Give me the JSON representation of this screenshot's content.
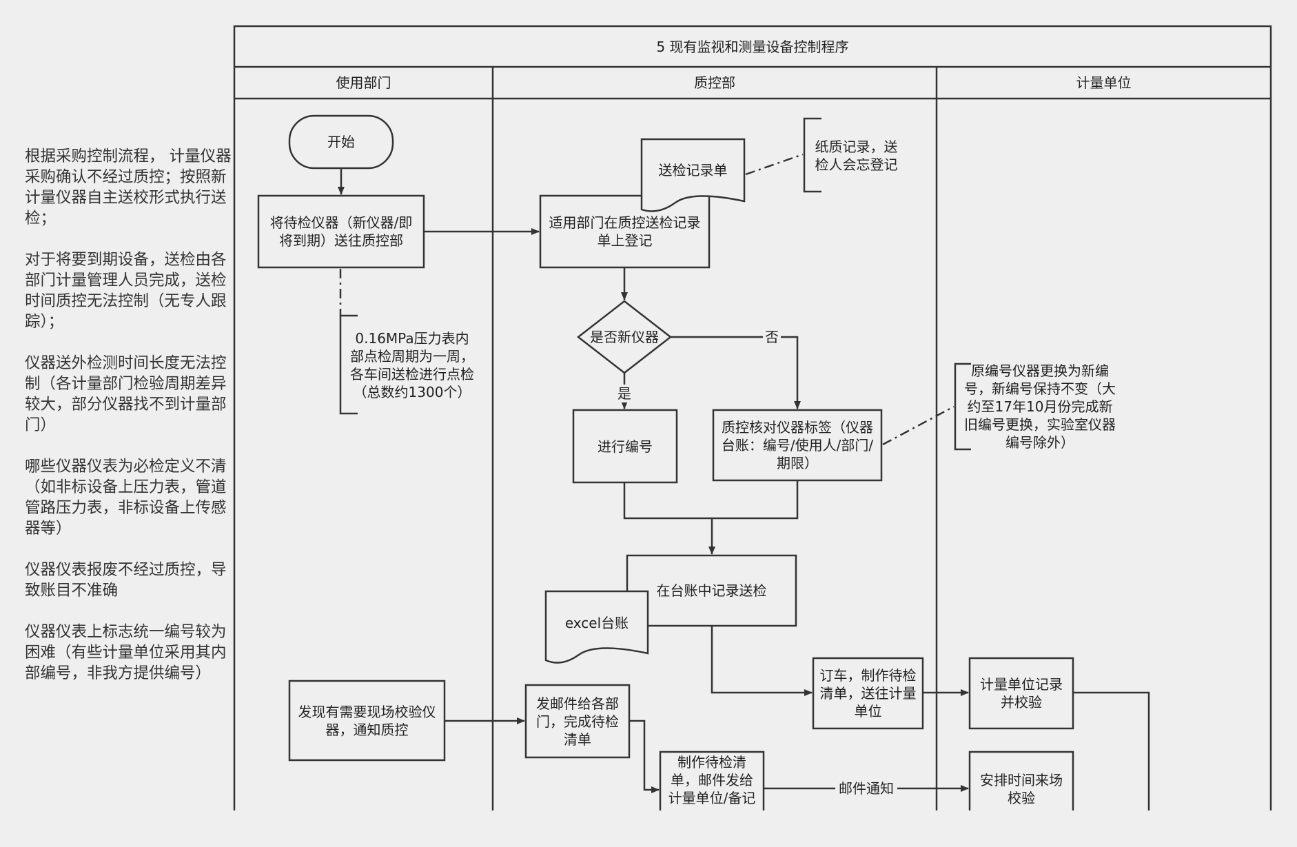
{
  "title": "5 现有监视和测量设备控制程序",
  "lanes": [
    "使用部门",
    "质控部",
    "计量单位"
  ],
  "notes": [
    "根据采购控制流程， 计量仪器采购确认不经过质控；按照新计量仪器自主送校形式执行送检；",
    "对于将要到期设备，送检由各部门计量管理人员完成，送检时间质控无法控制（无专人跟踪）；",
    "仪器送外检测时间长度无法控制（各计量部门检验周期差异较大，部分仪器找不到计量部门）",
    "哪些仪器仪表为必检定义不清（如非标设备上压力表，管道管路压力表，非标设备上传感器等）",
    "仪器仪表报废不经过质控，导致账目不准确",
    "仪器仪表上标志统一编号较为困难（有些计量单位采用其内部编号，非我方提供编号）"
  ],
  "nodes": {
    "start": "开始",
    "send": "将待检仪器（新仪器/即将到期）送往质控部",
    "record_doc": "送检记录单",
    "register": "适用部门在质控送检记录单上登记",
    "is_new": "是否新仪器",
    "numbering": "进行编号",
    "check_label": "质控核对仪器标签（仪器台账：编号/使用人/部门/期限）",
    "ledger_record": "在台账中记录送检",
    "excel": "excel台账",
    "order_car": "订车，制作待检清单，送往计量单位",
    "metro_record": "计量单位记录并校验",
    "onsite_found": "发现有需要现场校验仪器，通知质控",
    "email_depts": "发邮件给各部门，完成待检清单",
    "make_list": "制作待检清单，邮件发给计量单位/备记",
    "schedule": "安排时间来场校验"
  },
  "annotations": {
    "paper": "纸质记录，送检人会忘登记",
    "pressure": "0.16MPa压力表内部点检周期为一周，各车间送检进行点检（总数约1300个）",
    "renumber": "原编号仪器更换为新编号，新编号保持不变（大约至17年10月份完成新旧编号更换，实验室仪器编号除外）"
  },
  "edge_labels": {
    "no": "否",
    "yes": "是",
    "email_notice": "邮件通知"
  }
}
